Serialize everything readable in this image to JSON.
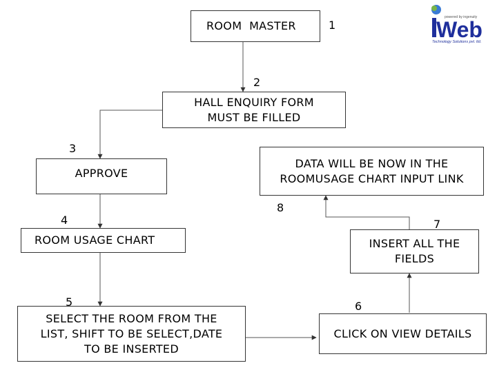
{
  "logo": {
    "text": "iWeb",
    "tagline_top": "powered by ingenuity",
    "tagline_bottom": "Technology Solutions pvt. ltd.",
    "colors": {
      "brand_blue": "#1f2f9c",
      "globe_green": "#7ab648",
      "globe_blue": "#3a7bd5"
    }
  },
  "boxes": {
    "room_master": "ROOM  MASTER",
    "hall_enquiry": "HALL ENQUIRY FORM\nMUST BE FILLED",
    "approve": "APPROVE",
    "data_now": "DATA WILL BE NOW IN THE\nROOMUSAGE CHART INPUT LINK",
    "room_usage": "ROOM USAGE CHART",
    "insert_fields": "INSERT ALL THE\nFIELDS",
    "select_room": "SELECT THE ROOM FROM THE\nLIST, SHIFT TO BE SELECT,DATE\nTO BE INSERTED",
    "view_details": "CLICK ON VIEW DETAILS"
  },
  "steps": {
    "s1": "1",
    "s2": "2",
    "s3": "3",
    "s4": "4",
    "s5": "5",
    "s6": "6",
    "s7": "7",
    "s8": "8"
  }
}
